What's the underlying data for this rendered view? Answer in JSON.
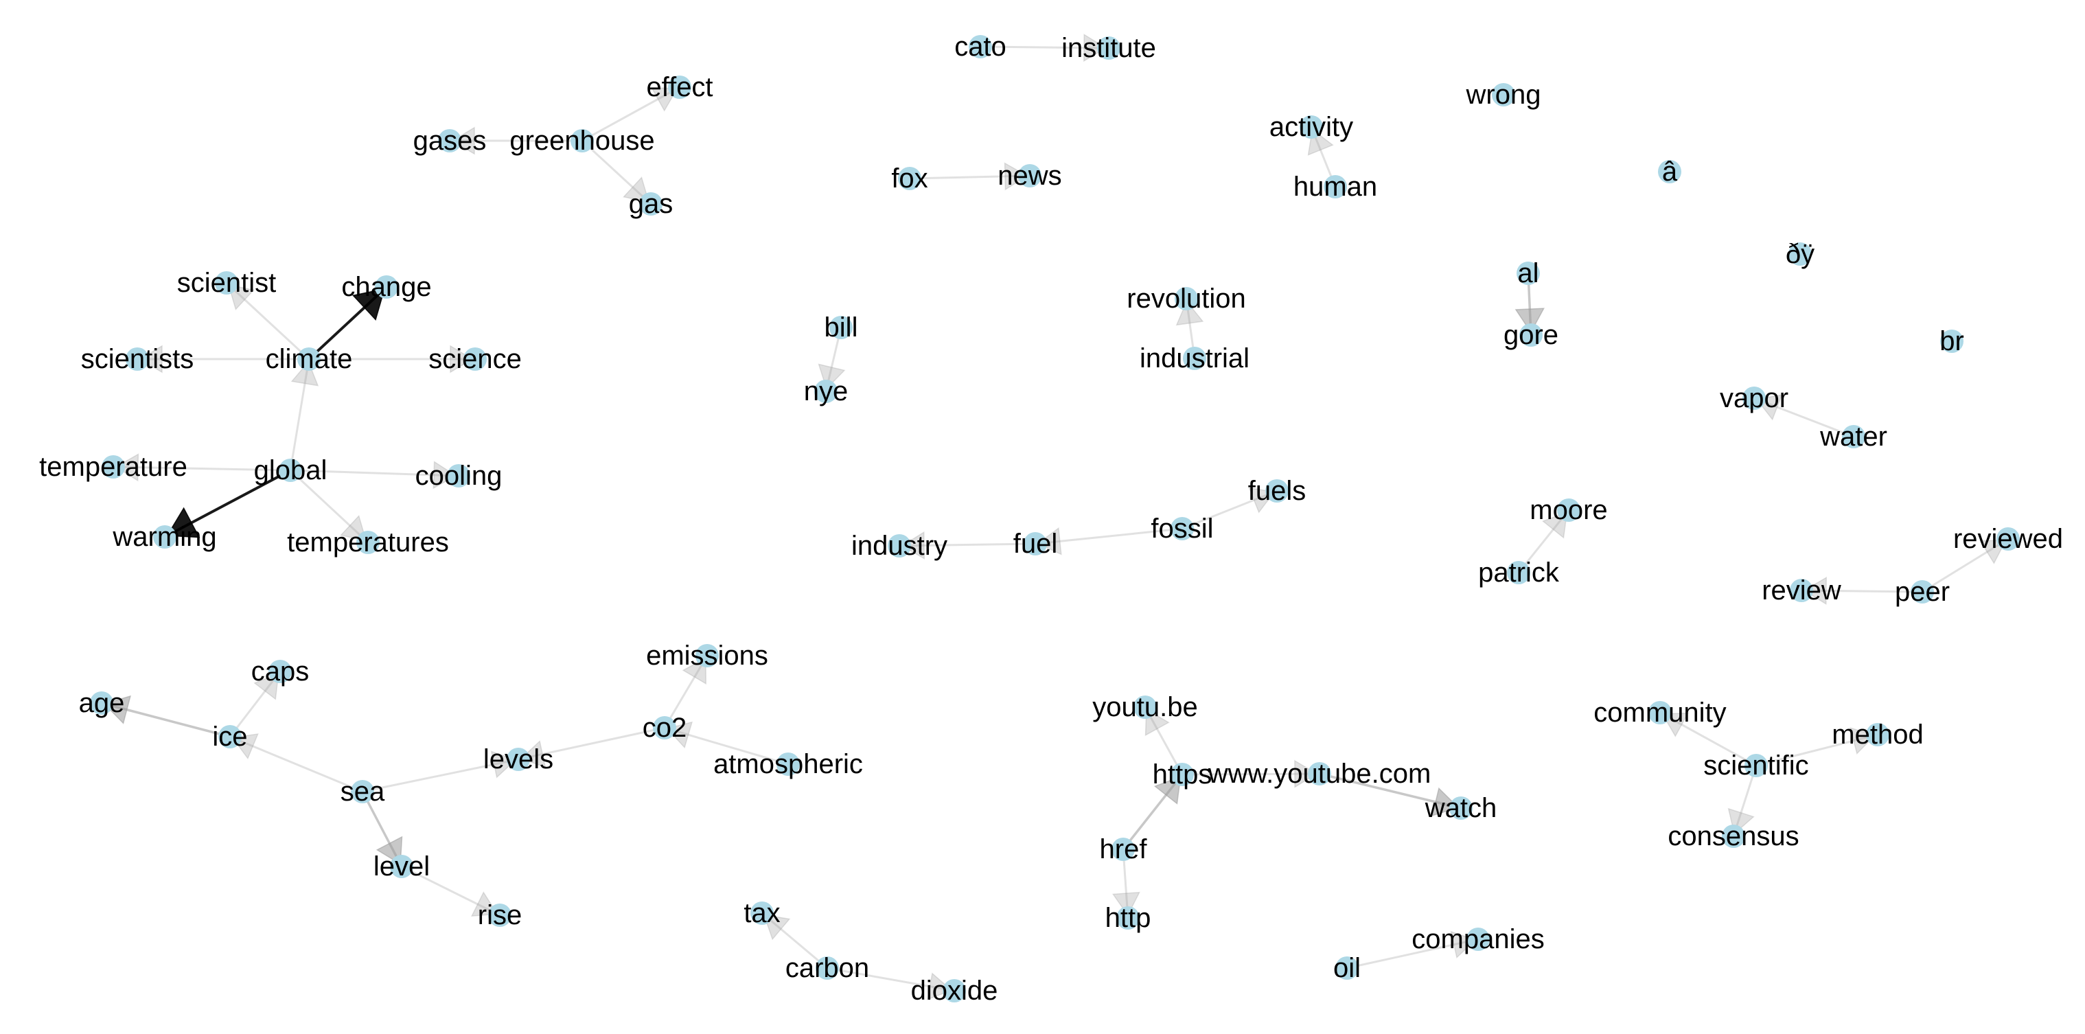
{
  "graph": {
    "node_color": "#add8e6",
    "edge_color_light": "#c8c8c8",
    "edge_color_strong": "#000000",
    "nodes": [
      {
        "id": "greenhouse",
        "label": "greenhouse"
      },
      {
        "id": "gases",
        "label": "gases"
      },
      {
        "id": "effect",
        "label": "effect"
      },
      {
        "id": "gas",
        "label": "gas"
      },
      {
        "id": "cato",
        "label": "cato"
      },
      {
        "id": "institute",
        "label": "institute"
      },
      {
        "id": "fox",
        "label": "fox"
      },
      {
        "id": "news",
        "label": "news"
      },
      {
        "id": "activity",
        "label": "activity"
      },
      {
        "id": "human",
        "label": "human"
      },
      {
        "id": "wrong",
        "label": "wrong"
      },
      {
        "id": "a-circ",
        "label": "â"
      },
      {
        "id": "d-y",
        "label": "ðÿ"
      },
      {
        "id": "al",
        "label": "al"
      },
      {
        "id": "gore",
        "label": "gore"
      },
      {
        "id": "br",
        "label": "br"
      },
      {
        "id": "vapor",
        "label": "vapor"
      },
      {
        "id": "water",
        "label": "water"
      },
      {
        "id": "scientist",
        "label": "scientist"
      },
      {
        "id": "change",
        "label": "change"
      },
      {
        "id": "scientists",
        "label": "scientists"
      },
      {
        "id": "climate",
        "label": "climate"
      },
      {
        "id": "science",
        "label": "science"
      },
      {
        "id": "temperature",
        "label": "temperature"
      },
      {
        "id": "global",
        "label": "global"
      },
      {
        "id": "cooling",
        "label": "cooling"
      },
      {
        "id": "warming",
        "label": "warming"
      },
      {
        "id": "temperatures",
        "label": "temperatures"
      },
      {
        "id": "bill",
        "label": "bill"
      },
      {
        "id": "nye",
        "label": "nye"
      },
      {
        "id": "revolution",
        "label": "revolution"
      },
      {
        "id": "industrial",
        "label": "industrial"
      },
      {
        "id": "fuels",
        "label": "fuels"
      },
      {
        "id": "fossil",
        "label": "fossil"
      },
      {
        "id": "fuel",
        "label": "fuel"
      },
      {
        "id": "industry",
        "label": "industry"
      },
      {
        "id": "moore",
        "label": "moore"
      },
      {
        "id": "patrick",
        "label": "patrick"
      },
      {
        "id": "reviewed",
        "label": "reviewed"
      },
      {
        "id": "review",
        "label": "review"
      },
      {
        "id": "peer",
        "label": "peer"
      },
      {
        "id": "emissions",
        "label": "emissions"
      },
      {
        "id": "caps",
        "label": "caps"
      },
      {
        "id": "age",
        "label": "age"
      },
      {
        "id": "ice",
        "label": "ice"
      },
      {
        "id": "co2",
        "label": "co2"
      },
      {
        "id": "levels",
        "label": "levels"
      },
      {
        "id": "atmospheric",
        "label": "atmospheric"
      },
      {
        "id": "sea",
        "label": "sea"
      },
      {
        "id": "level",
        "label": "level"
      },
      {
        "id": "rise",
        "label": "rise"
      },
      {
        "id": "youtu-be",
        "label": "youtu.be"
      },
      {
        "id": "https",
        "label": "https"
      },
      {
        "id": "www-youtube-com",
        "label": "www.youtube.com"
      },
      {
        "id": "watch",
        "label": "watch"
      },
      {
        "id": "href",
        "label": "href"
      },
      {
        "id": "http",
        "label": "http"
      },
      {
        "id": "community",
        "label": "community"
      },
      {
        "id": "scientific",
        "label": "scientific"
      },
      {
        "id": "method",
        "label": "method"
      },
      {
        "id": "consensus",
        "label": "consensus"
      },
      {
        "id": "tax",
        "label": "tax"
      },
      {
        "id": "carbon",
        "label": "carbon"
      },
      {
        "id": "dioxide",
        "label": "dioxide"
      },
      {
        "id": "oil",
        "label": "oil"
      },
      {
        "id": "companies",
        "label": "companies"
      }
    ],
    "edges": [
      {
        "from": "greenhouse",
        "to": "gases",
        "weight": "light"
      },
      {
        "from": "greenhouse",
        "to": "effect",
        "weight": "light"
      },
      {
        "from": "greenhouse",
        "to": "gas",
        "weight": "light"
      },
      {
        "from": "cato",
        "to": "institute",
        "weight": "light"
      },
      {
        "from": "fox",
        "to": "news",
        "weight": "light"
      },
      {
        "from": "human",
        "to": "activity",
        "weight": "light"
      },
      {
        "from": "al",
        "to": "gore",
        "weight": "medium"
      },
      {
        "from": "water",
        "to": "vapor",
        "weight": "light"
      },
      {
        "from": "climate",
        "to": "change",
        "weight": "strong"
      },
      {
        "from": "climate",
        "to": "scientist",
        "weight": "light"
      },
      {
        "from": "climate",
        "to": "scientists",
        "weight": "light"
      },
      {
        "from": "climate",
        "to": "science",
        "weight": "light"
      },
      {
        "from": "global",
        "to": "climate",
        "weight": "light"
      },
      {
        "from": "global",
        "to": "warming",
        "weight": "strong"
      },
      {
        "from": "global",
        "to": "temperature",
        "weight": "light"
      },
      {
        "from": "global",
        "to": "cooling",
        "weight": "light"
      },
      {
        "from": "global",
        "to": "temperatures",
        "weight": "light"
      },
      {
        "from": "bill",
        "to": "nye",
        "weight": "light"
      },
      {
        "from": "industrial",
        "to": "revolution",
        "weight": "light"
      },
      {
        "from": "fossil",
        "to": "fuels",
        "weight": "light"
      },
      {
        "from": "fossil",
        "to": "fuel",
        "weight": "light"
      },
      {
        "from": "fuel",
        "to": "industry",
        "weight": "light"
      },
      {
        "from": "patrick",
        "to": "moore",
        "weight": "light"
      },
      {
        "from": "peer",
        "to": "reviewed",
        "weight": "light"
      },
      {
        "from": "peer",
        "to": "review",
        "weight": "light"
      },
      {
        "from": "co2",
        "to": "emissions",
        "weight": "light"
      },
      {
        "from": "co2",
        "to": "levels",
        "weight": "light"
      },
      {
        "from": "atmospheric",
        "to": "co2",
        "weight": "light"
      },
      {
        "from": "sea",
        "to": "levels",
        "weight": "light"
      },
      {
        "from": "sea",
        "to": "ice",
        "weight": "light"
      },
      {
        "from": "sea",
        "to": "level",
        "weight": "medium"
      },
      {
        "from": "level",
        "to": "rise",
        "weight": "light"
      },
      {
        "from": "ice",
        "to": "caps",
        "weight": "light"
      },
      {
        "from": "ice",
        "to": "age",
        "weight": "medium"
      },
      {
        "from": "https",
        "to": "youtu-be",
        "weight": "light"
      },
      {
        "from": "https",
        "to": "www-youtube-com",
        "weight": "light"
      },
      {
        "from": "www-youtube-com",
        "to": "watch",
        "weight": "medium"
      },
      {
        "from": "href",
        "to": "https",
        "weight": "medium"
      },
      {
        "from": "href",
        "to": "http",
        "weight": "light"
      },
      {
        "from": "scientific",
        "to": "community",
        "weight": "light"
      },
      {
        "from": "scientific",
        "to": "method",
        "weight": "light"
      },
      {
        "from": "scientific",
        "to": "consensus",
        "weight": "light"
      },
      {
        "from": "carbon",
        "to": "tax",
        "weight": "light"
      },
      {
        "from": "carbon",
        "to": "dioxide",
        "weight": "light"
      },
      {
        "from": "oil",
        "to": "companies",
        "weight": "light"
      }
    ]
  }
}
